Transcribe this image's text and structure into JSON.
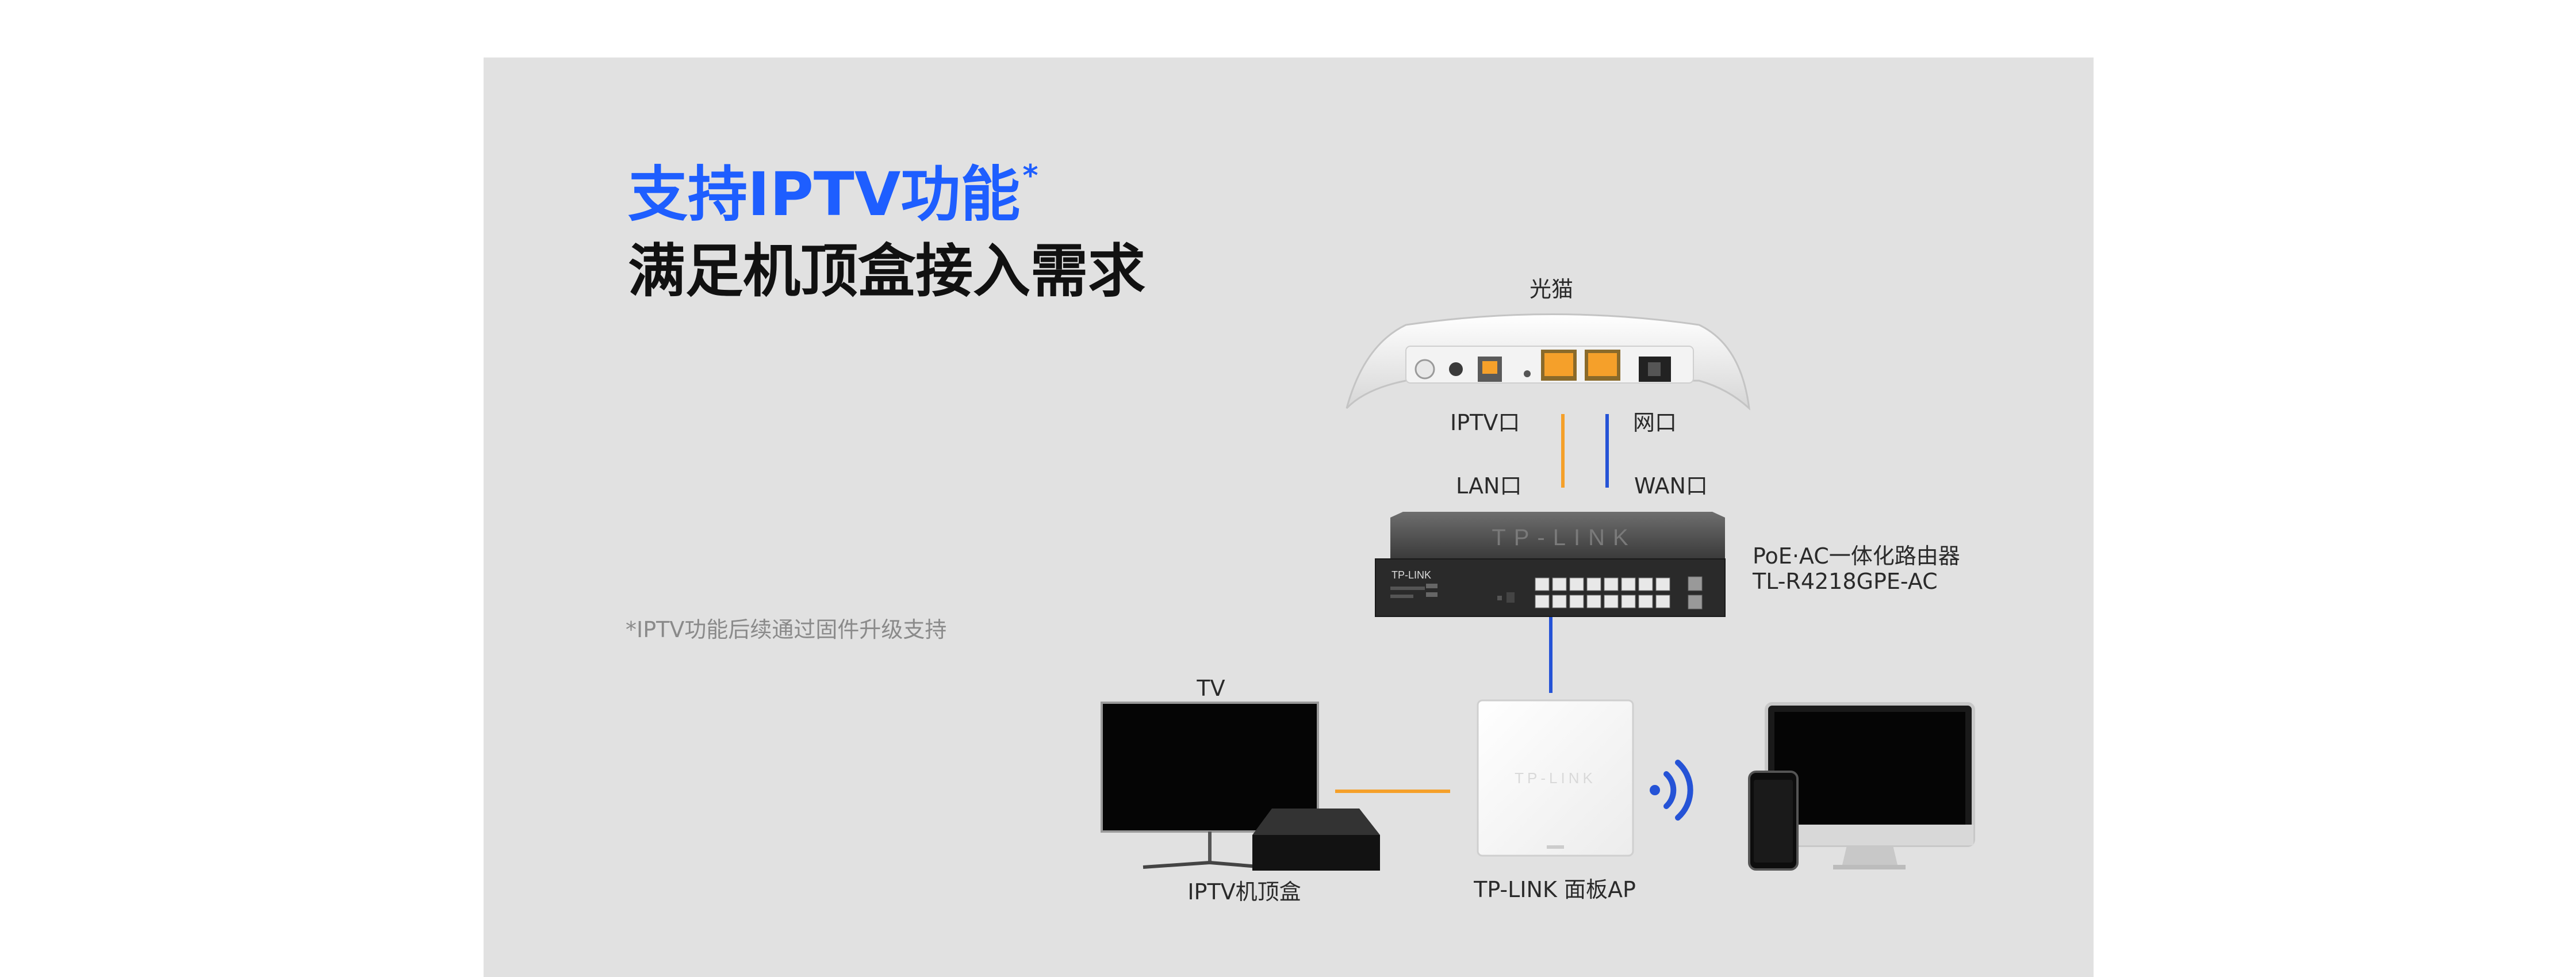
{
  "header": {
    "title": "支持IPTV功能",
    "title_mark": "*",
    "subtitle": "满足机顶盒接入需求"
  },
  "footnote": "*IPTV功能后续通过固件升级支持",
  "devices": {
    "modem": {
      "label": "光猫",
      "port_left": "IPTV口",
      "port_right": "网口"
    },
    "router": {
      "port_left": "LAN口",
      "port_right": "WAN口",
      "name_line1": "PoE·AC一体化路由器",
      "name_line2": "TL-R4218GPE-AC",
      "brand": "TP-LINK"
    },
    "tv": {
      "label": "TV"
    },
    "settop": {
      "label": "IPTV机顶盒"
    },
    "ap": {
      "label": "TP-LINK 面板AP",
      "brand": "TP-LINK"
    }
  },
  "colors": {
    "accent": "#1e5eff",
    "iptv_line": "#f5a02a",
    "net_line": "#2553d6",
    "panel_bg": "#e1e1e1"
  }
}
